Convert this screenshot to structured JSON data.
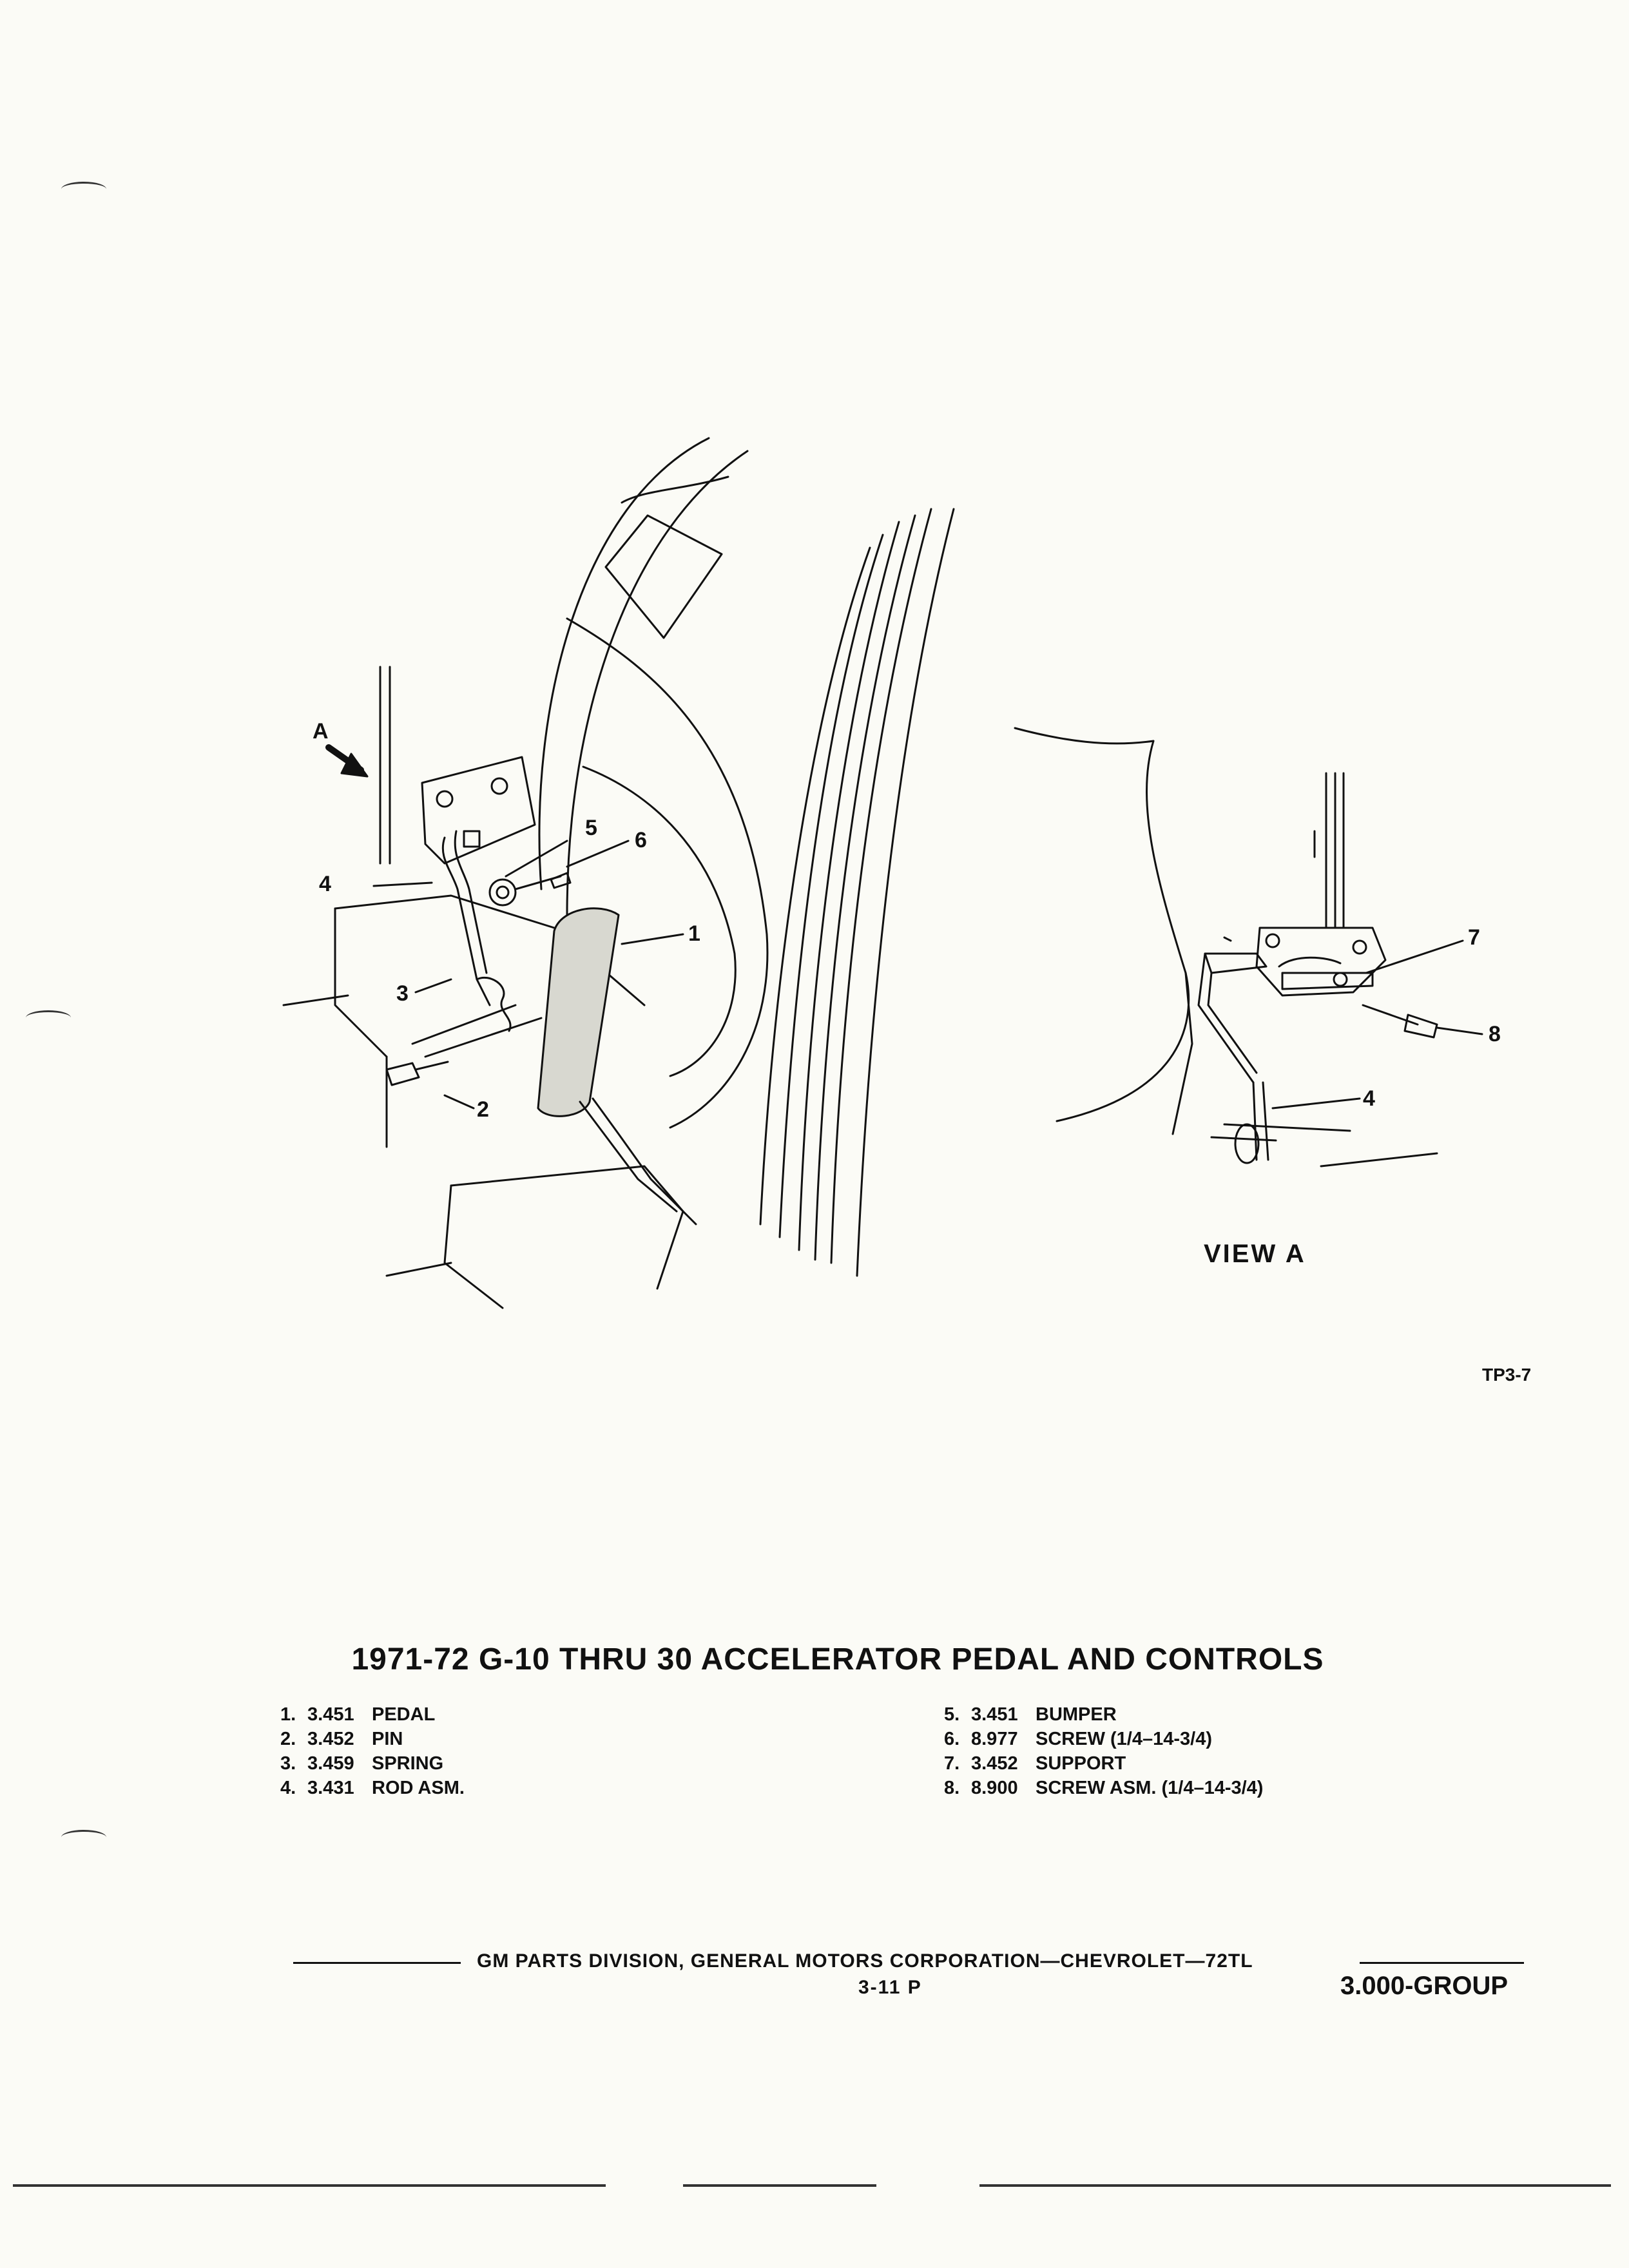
{
  "figure": {
    "view_label": "VIEW A",
    "arrow_label": "A",
    "code": "TP3-7",
    "callouts": {
      "c1": "1",
      "c2": "2",
      "c3": "3",
      "c4": "4",
      "c5": "5",
      "c6": "6",
      "c4b": "4",
      "c7": "7",
      "c8": "8"
    }
  },
  "title": "1971-72  G-10 THRU 30 ACCELERATOR PEDAL AND CONTROLS",
  "parts_left": [
    {
      "num": "1.",
      "code": "3.451",
      "name": "PEDAL"
    },
    {
      "num": "2.",
      "code": "3.452",
      "name": "PIN"
    },
    {
      "num": "3.",
      "code": "3.459",
      "name": "SPRING"
    },
    {
      "num": "4.",
      "code": "3.431",
      "name": "ROD ASM."
    }
  ],
  "parts_right": [
    {
      "num": "5.",
      "code": "3.451",
      "name": "BUMPER"
    },
    {
      "num": "6.",
      "code": "8.977",
      "name": "SCREW (1/4–14-3/4)"
    },
    {
      "num": "7.",
      "code": "3.452",
      "name": "SUPPORT"
    },
    {
      "num": "8.",
      "code": "8.900",
      "name": "SCREW ASM. (1/4–14-3/4)"
    }
  ],
  "footer": {
    "text": "GM PARTS DIVISION, GENERAL MOTORS CORPORATION—CHEVROLET—72TL",
    "page": "3-11  P",
    "group": "3.000-GROUP"
  }
}
